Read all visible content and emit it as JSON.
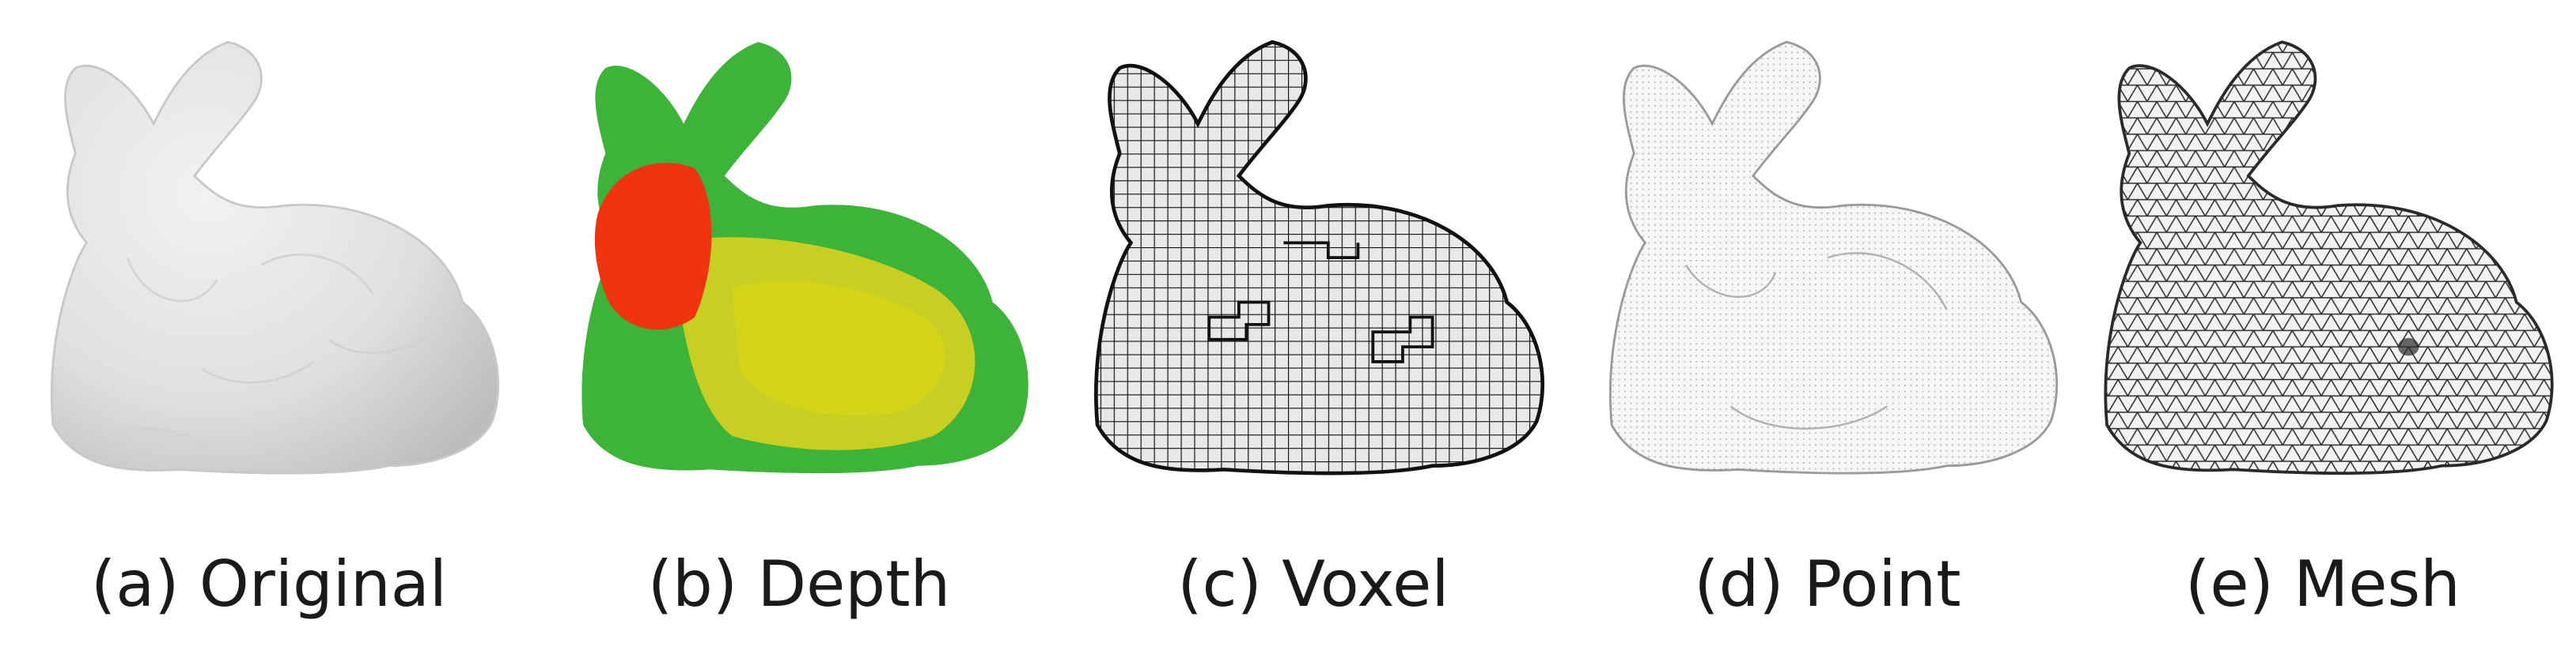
{
  "figure": {
    "panels": [
      {
        "id": "a",
        "caption": "(a) Original",
        "icon": "bunny-original"
      },
      {
        "id": "b",
        "caption": "(b) Depth",
        "icon": "bunny-depth"
      },
      {
        "id": "c",
        "caption": "(c) Voxel",
        "icon": "bunny-voxel"
      },
      {
        "id": "d",
        "caption": "(d) Point",
        "icon": "bunny-point"
      },
      {
        "id": "e",
        "caption": "(e) Mesh",
        "icon": "bunny-mesh"
      }
    ],
    "colors": {
      "original_fill": "#e6e6e6",
      "original_shade": "#bdbdbd",
      "depth_green": "#3db33a",
      "depth_yellow": "#d4d418",
      "depth_red": "#ee3510",
      "voxel_face": "#e8e8e8",
      "voxel_edge": "#111111",
      "point_fill": "#f4f4f4",
      "point_edge": "#9a9a9a",
      "mesh_fill": "#f2f2f2",
      "mesh_edge": "#2a2a2a"
    }
  }
}
